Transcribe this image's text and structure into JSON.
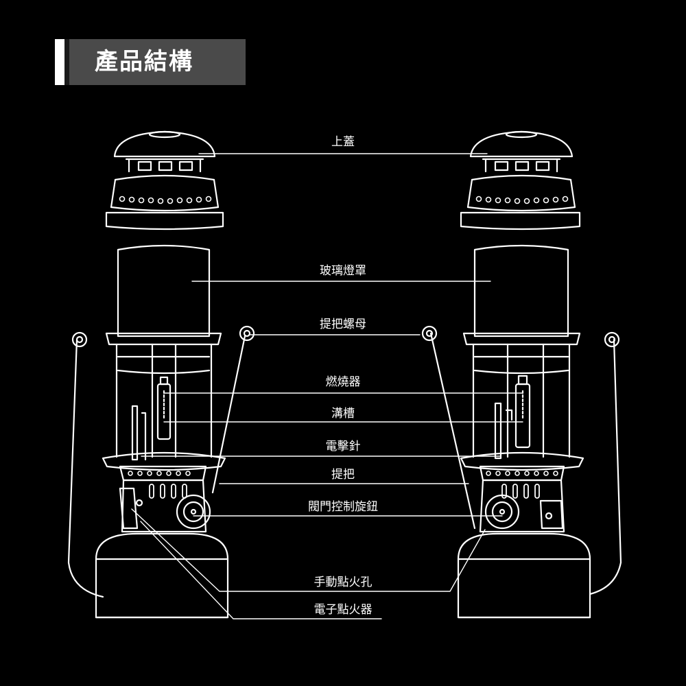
{
  "header": {
    "title": "產品結構"
  },
  "labels": [
    {
      "id": "top-cover",
      "text": "上蓋"
    },
    {
      "id": "glass-globe",
      "text": "玻璃燈罩"
    },
    {
      "id": "handle-nut",
      "text": "提把螺母"
    },
    {
      "id": "burner",
      "text": "燃燒器"
    },
    {
      "id": "groove",
      "text": "溝槽"
    },
    {
      "id": "striker-needle",
      "text": "電擊針"
    },
    {
      "id": "handle",
      "text": "提把"
    },
    {
      "id": "valve-knob",
      "text": "閥門控制旋鈕"
    },
    {
      "id": "manual-ignition-hole",
      "text": "手動點火孔"
    },
    {
      "id": "electronic-igniter",
      "text": "電子點火器"
    }
  ]
}
